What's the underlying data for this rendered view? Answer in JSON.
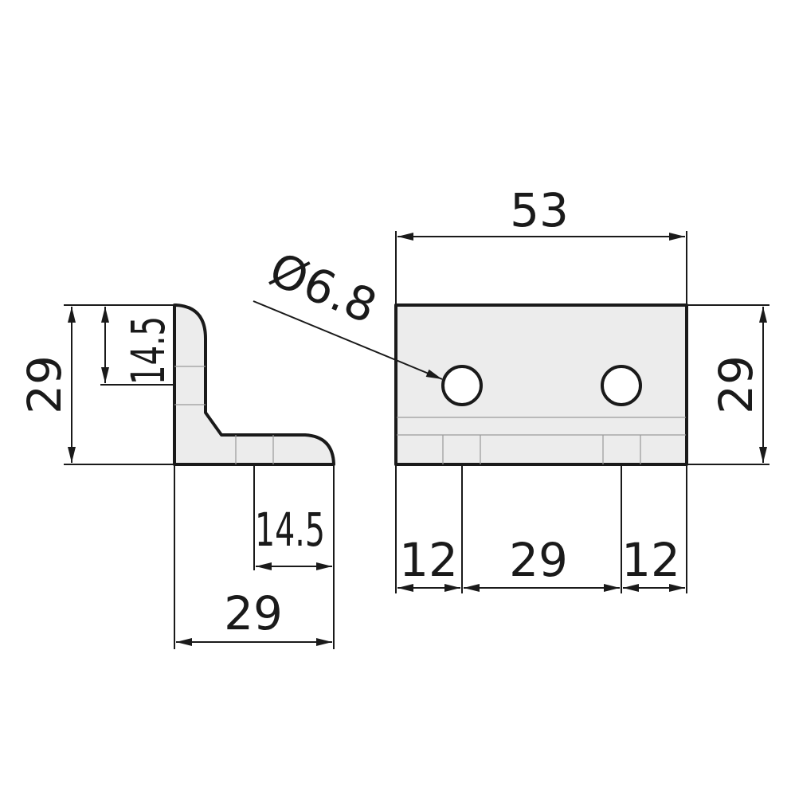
{
  "side_view": {
    "height_total": "29",
    "height_upper": "14.5",
    "width_lower": "14.5",
    "width_total": "29"
  },
  "front_view": {
    "width_total": "53",
    "height_total": "29",
    "hole_callout": "Ø6.8",
    "hole_edge_left": "12",
    "hole_spacing": "29",
    "hole_edge_right": "12"
  },
  "colors": {
    "part_fill": "#ececec",
    "line": "#1a1a1a",
    "hidden_line": "#9a9a9a"
  }
}
